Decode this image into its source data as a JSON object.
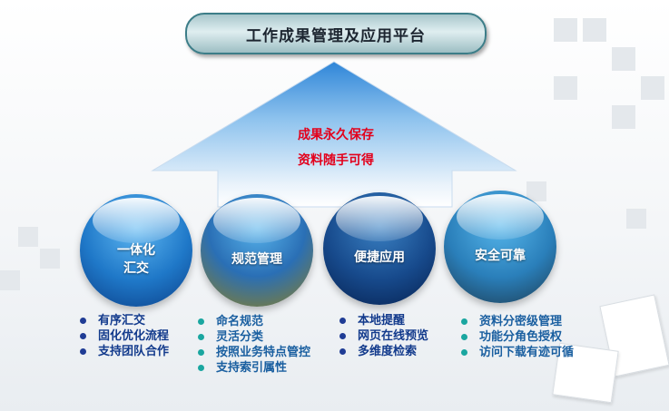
{
  "title": "工作成果管理及应用平台",
  "arrow": {
    "line1": "成果永久保存",
    "line2": "资料随手可得"
  },
  "spheres": [
    {
      "label_line1": "一体化",
      "label_line2": "汇交"
    },
    {
      "label_line1": "规范管理"
    },
    {
      "label_line1": "便捷应用"
    },
    {
      "label_line1": "安全可靠"
    }
  ],
  "lists": [
    {
      "bullet_color": "#1f3c95",
      "items": [
        "有序汇交",
        "固化优化流程",
        "支持团队合作"
      ]
    },
    {
      "bullet_color": "#1aa6a0",
      "items": [
        "命名规范",
        "灵活分类",
        "按照业务特点管控",
        "支持索引属性"
      ]
    },
    {
      "bullet_color": "#1f3c95",
      "items": [
        "本地提醒",
        "网页在线预览",
        "多维度检索"
      ]
    },
    {
      "bullet_color": "#1aa6a0",
      "items": [
        "资料分密级管理",
        "功能分角色授权",
        "访问下载有迹可循"
      ]
    }
  ]
}
